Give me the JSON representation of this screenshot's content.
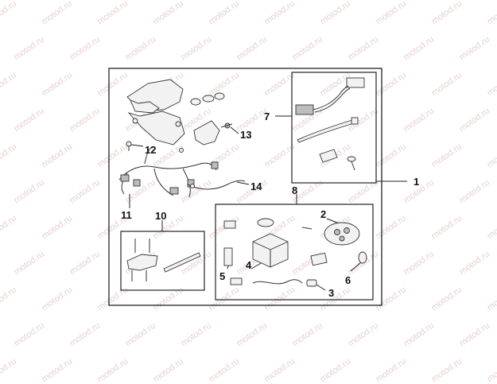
{
  "watermark": "motod.ru",
  "callouts": {
    "c1": "1",
    "c2": "2",
    "c3": "3",
    "c4": "4",
    "c5": "5",
    "c6": "6",
    "c7": "7",
    "c8": "8",
    "c10": "10",
    "c11": "11",
    "c12": "12",
    "c13": "13",
    "c14": "14"
  }
}
